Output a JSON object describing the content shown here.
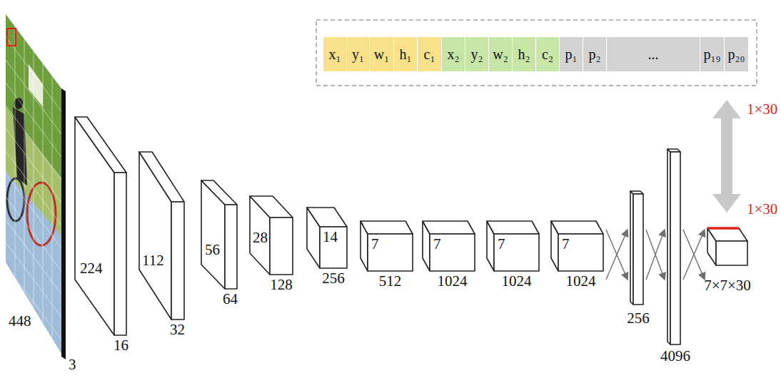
{
  "diagram": {
    "nodes": [
      {
        "text": [
          "448",
          "3"
        ]
      },
      {
        "text": [
          "224",
          "16"
        ]
      },
      {
        "text": [
          "112",
          "32"
        ]
      },
      {
        "text": [
          "56",
          "64"
        ]
      },
      {
        "text": [
          "28",
          "128"
        ]
      },
      {
        "text": [
          "14",
          "256"
        ]
      },
      {
        "text": [
          "7",
          "512"
        ]
      },
      {
        "text": [
          "7",
          "1024"
        ]
      },
      {
        "text": [
          "7",
          "1024"
        ]
      },
      {
        "text": [
          "7",
          "1024"
        ]
      },
      {
        "text": [
          "256"
        ]
      },
      {
        "text": [
          "4096"
        ]
      },
      {
        "text": [
          "7×7×30"
        ]
      },
      {
        "text": [
          "x₁"
        ]
      },
      {
        "text": [
          "y₁"
        ]
      },
      {
        "text": [
          "w₁"
        ]
      },
      {
        "text": [
          "h₁"
        ]
      },
      {
        "text": [
          "c₁"
        ]
      },
      {
        "text": [
          "x₂"
        ]
      },
      {
        "text": [
          "y₂"
        ]
      },
      {
        "text": [
          "w₂"
        ]
      },
      {
        "text": [
          "h₂"
        ]
      },
      {
        "text": [
          "c₂"
        ]
      },
      {
        "text": [
          "p₁"
        ]
      },
      {
        "text": [
          "p₂"
        ]
      },
      {
        "text": [
          "..."
        ]
      },
      {
        "text": [
          "p₁₉"
        ]
      },
      {
        "text": [
          "p₂₀"
        ]
      }
    ],
    "edges": [
      {
        "from": 9,
        "to": 10,
        "arrow": "to"
      },
      {
        "from": 10,
        "to": 11,
        "arrow": "to"
      },
      {
        "from": 11,
        "to": 12,
        "arrow": "to"
      }
    ],
    "labels": [
      "1×30",
      "1×30"
    ]
  }
}
